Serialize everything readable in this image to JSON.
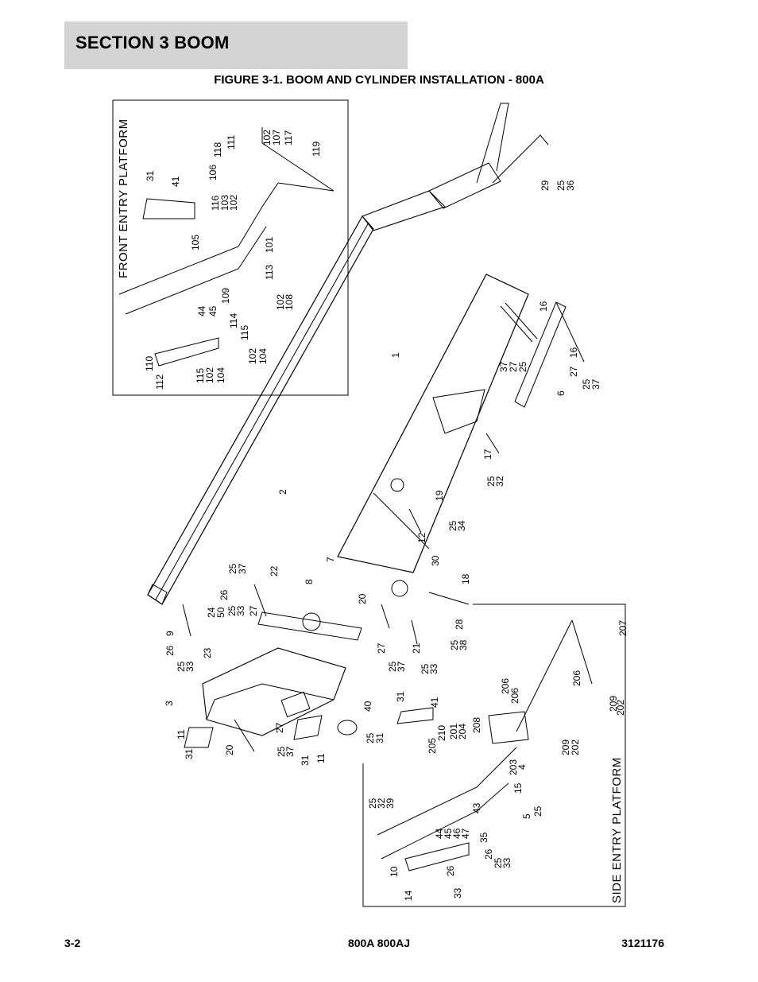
{
  "section": {
    "title": "SECTION 3   BOOM"
  },
  "figure": {
    "title": "FIGURE 3-1. BOOM AND CYLINDER INSTALLATION - 800A"
  },
  "insets": {
    "front": "FRONT ENTRY PLATFORM",
    "side": "SIDE ENTRY PLATFORM"
  },
  "callouts": [
    "102",
    "107",
    "117",
    "111",
    "118",
    "119",
    "31",
    "41",
    "106",
    "116",
    "103",
    "102",
    "105",
    "101",
    "113",
    "109",
    "45",
    "44",
    "102",
    "108",
    "114",
    "115",
    "102",
    "104",
    "110",
    "112",
    "115",
    "102",
    "104",
    "29",
    "25",
    "36",
    "16",
    "1",
    "37",
    "27",
    "25",
    "16",
    "27",
    "25",
    "37",
    "6",
    "17",
    "25",
    "32",
    "2",
    "19",
    "25",
    "34",
    "12",
    "7",
    "30",
    "18",
    "25",
    "37",
    "22",
    "8",
    "20",
    "27",
    "26",
    "25",
    "33",
    "24",
    "50",
    "9",
    "26",
    "25",
    "33",
    "23",
    "28",
    "25",
    "38",
    "27",
    "25",
    "37",
    "21",
    "25",
    "33",
    "3",
    "40",
    "11",
    "31",
    "20",
    "27",
    "25",
    "37",
    "31",
    "11",
    "25",
    "31",
    "207",
    "206",
    "206",
    "209",
    "202",
    "31",
    "41",
    "210",
    "201",
    "204",
    "208",
    "205",
    "206",
    "209",
    "202",
    "203",
    "4",
    "25",
    "32",
    "39",
    "15",
    "5",
    "25",
    "44",
    "45",
    "46",
    "47",
    "43",
    "35",
    "26",
    "25",
    "33",
    "10",
    "26",
    "14",
    "33"
  ],
  "footer": {
    "left": "3-2",
    "center": "800A 800AJ",
    "right": "3121176"
  }
}
